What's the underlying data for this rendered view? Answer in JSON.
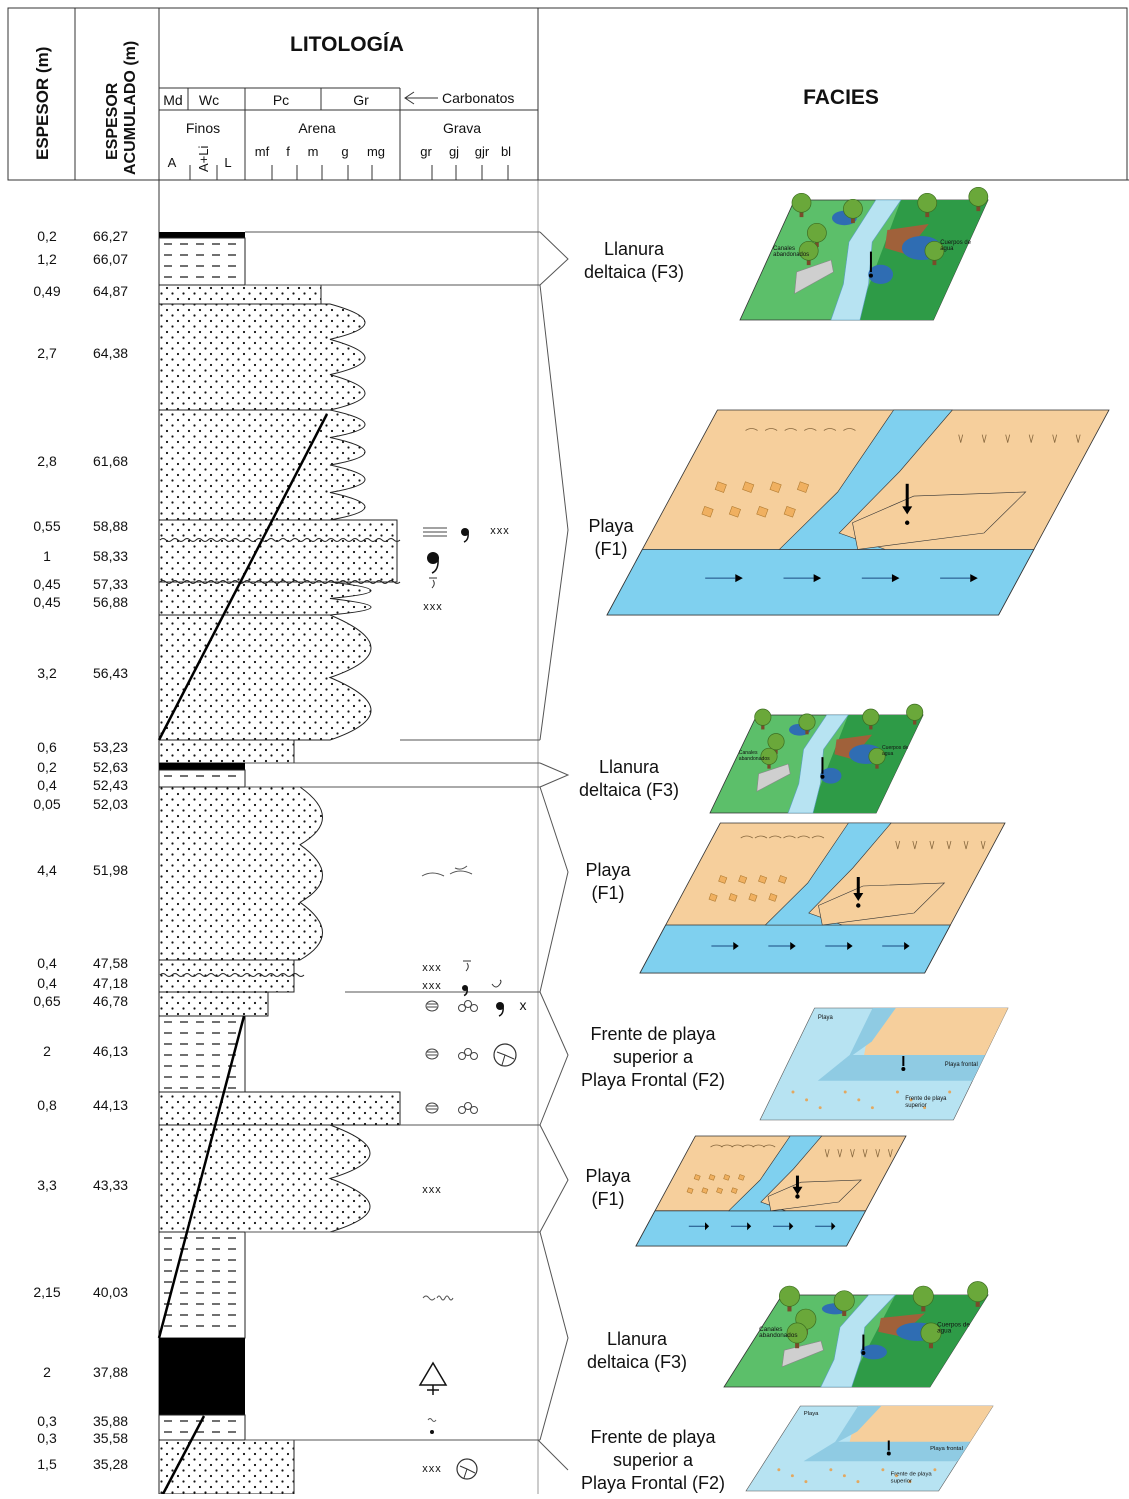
{
  "header": {
    "espesor": "ESPESOR (m)",
    "espesor_acum_1": "ESPESOR",
    "espesor_acum_2": "ACUMULADO (m)",
    "litologia": "LITOLOGÍA",
    "facies": "FACIES",
    "carbonatos": "Carbonatos",
    "carb_cols": [
      "Md",
      "Wc",
      "Pc",
      "Gr"
    ],
    "groups": [
      "Finos",
      "Arena",
      "Grava"
    ],
    "finos_sub": [
      "A",
      "A+Li",
      "L"
    ],
    "arena_sub": [
      "mf",
      "f",
      "m",
      "g",
      "mg"
    ],
    "grava_sub": [
      "gr",
      "gj",
      "gjr",
      "bl"
    ]
  },
  "rows": [
    {
      "e": "0,2",
      "a": "66,27"
    },
    {
      "e": "1,2",
      "a": "66,07"
    },
    {
      "e": "0,49",
      "a": "64,87"
    },
    {
      "e": "2,7",
      "a": "64,38"
    },
    {
      "e": "2,8",
      "a": "61,68"
    },
    {
      "e": "0,55",
      "a": "58,88"
    },
    {
      "e": "1",
      "a": "58,33"
    },
    {
      "e": "0,45",
      "a": "57,33"
    },
    {
      "e": "0,45",
      "a": "56,88"
    },
    {
      "e": "3,2",
      "a": "56,43"
    },
    {
      "e": "0,6",
      "a": "53,23"
    },
    {
      "e": "0,2",
      "a": "52,63"
    },
    {
      "e": "0,4",
      "a": "52,43"
    },
    {
      "e": "0,05",
      "a": "52,03"
    },
    {
      "e": "4,4",
      "a": "51,98"
    },
    {
      "e": "0,4",
      "a": "47,58"
    },
    {
      "e": "0,4",
      "a": "47,18"
    },
    {
      "e": "0,65",
      "a": "46,78"
    },
    {
      "e": "2",
      "a": "46,13"
    },
    {
      "e": "0,8",
      "a": "44,13"
    },
    {
      "e": "3,3",
      "a": "43,33"
    },
    {
      "e": "2,15",
      "a": "40,03"
    },
    {
      "e": "2",
      "a": "37,88"
    },
    {
      "e": "0,3",
      "a": "35,88"
    },
    {
      "e": "0,3",
      "a": "35,58"
    },
    {
      "e": "1,5",
      "a": "35,28"
    }
  ],
  "facies": [
    {
      "lines": [
        "Llanura",
        "deltaica (F3)"
      ]
    },
    {
      "lines": [
        "Playa",
        "(F1)"
      ]
    },
    {
      "lines": [
        "Llanura",
        "deltaica (F3)"
      ]
    },
    {
      "lines": [
        "Playa",
        "(F1)"
      ]
    },
    {
      "lines": [
        "Frente de playa",
        "superior a",
        "Playa Frontal (F2)"
      ]
    },
    {
      "lines": [
        "Playa",
        "(F1)"
      ]
    },
    {
      "lines": [
        "Llanura",
        "deltaica (F3)"
      ]
    },
    {
      "lines": [
        "Frente de playa",
        "superior a",
        "Playa Frontal (F2)"
      ]
    }
  ],
  "diagram_labels": {
    "canales": [
      "Canales",
      "abandonados"
    ],
    "cuerpos": [
      "Cuerpos de",
      "agua"
    ],
    "playa": "Playa",
    "playa_frontal": "Playa frontal",
    "frente": [
      "Frente de playa",
      "superior"
    ]
  },
  "symbols": {
    "xxx": "xxx",
    "x": "x"
  },
  "colors": {
    "sand": "#f6cf9c",
    "water": "#7fd0ef",
    "water_light": "#b7e3f2",
    "green": "#2e9b47",
    "green_light": "#5cbf6a",
    "mud": "#a0613a",
    "pond": "#2f6db3",
    "tree": "#6aa83a",
    "black": "#000000"
  }
}
